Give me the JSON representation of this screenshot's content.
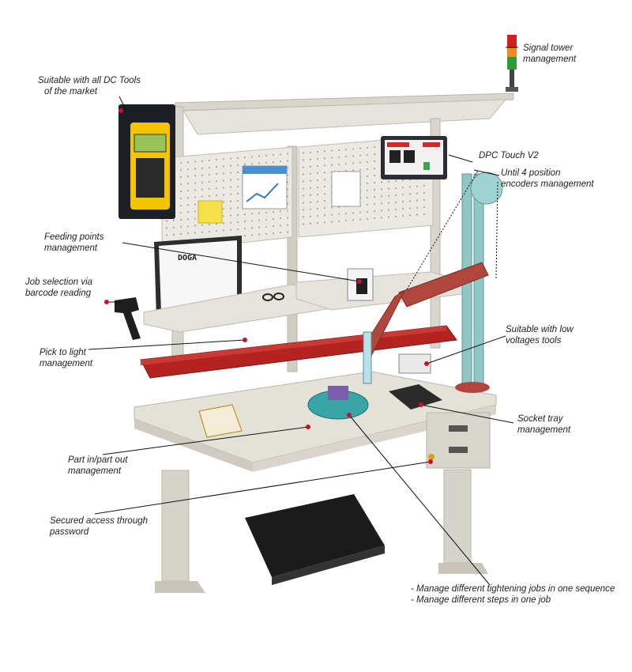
{
  "callouts": {
    "signal_tower": [
      "Signal tower",
      "management"
    ],
    "dc_tools": [
      "Suitable with all DC Tools",
      "of the market"
    ],
    "dpc_touch": [
      "DPC Touch V2"
    ],
    "encoders": [
      "Until 4 position",
      "encoders management"
    ],
    "feeding_points": [
      "Feeding points",
      "management"
    ],
    "barcode": [
      "Job selection via",
      "barcode reading"
    ],
    "low_voltage": [
      "Suitable with low",
      "voltages tools"
    ],
    "pick_to_light": [
      "Pick to light",
      "management"
    ],
    "socket_tray": [
      "Socket tray",
      "management"
    ],
    "part_in_out": [
      "Part in/part out",
      "management"
    ],
    "secured_access": [
      "Secured access through",
      "password"
    ],
    "jobs_steps": [
      "- Manage different tightening jobs in one sequence",
      "- Manage different steps in one job"
    ]
  },
  "screen_text": {
    "brand": "DOGA"
  },
  "colors": {
    "bench": "#e4e1d9",
    "bench_shade": "#cfcbc1",
    "frame": "#d8d5cc",
    "bins": "#b42320",
    "arm": "#b1463c",
    "tower_red": "#d21f1f",
    "tower_orange": "#f08a18",
    "tower_green": "#2e9a3a",
    "controller_yellow": "#f2c500",
    "callout_text": "#222222",
    "leader": "#111111"
  },
  "icons": [
    "barcode-scanner-icon",
    "signal-tower-icon",
    "controller-icon",
    "touch-panel-icon",
    "monitor-icon",
    "glasses-icon",
    "book-icon",
    "socket-tray-icon",
    "foot-rest-icon"
  ]
}
